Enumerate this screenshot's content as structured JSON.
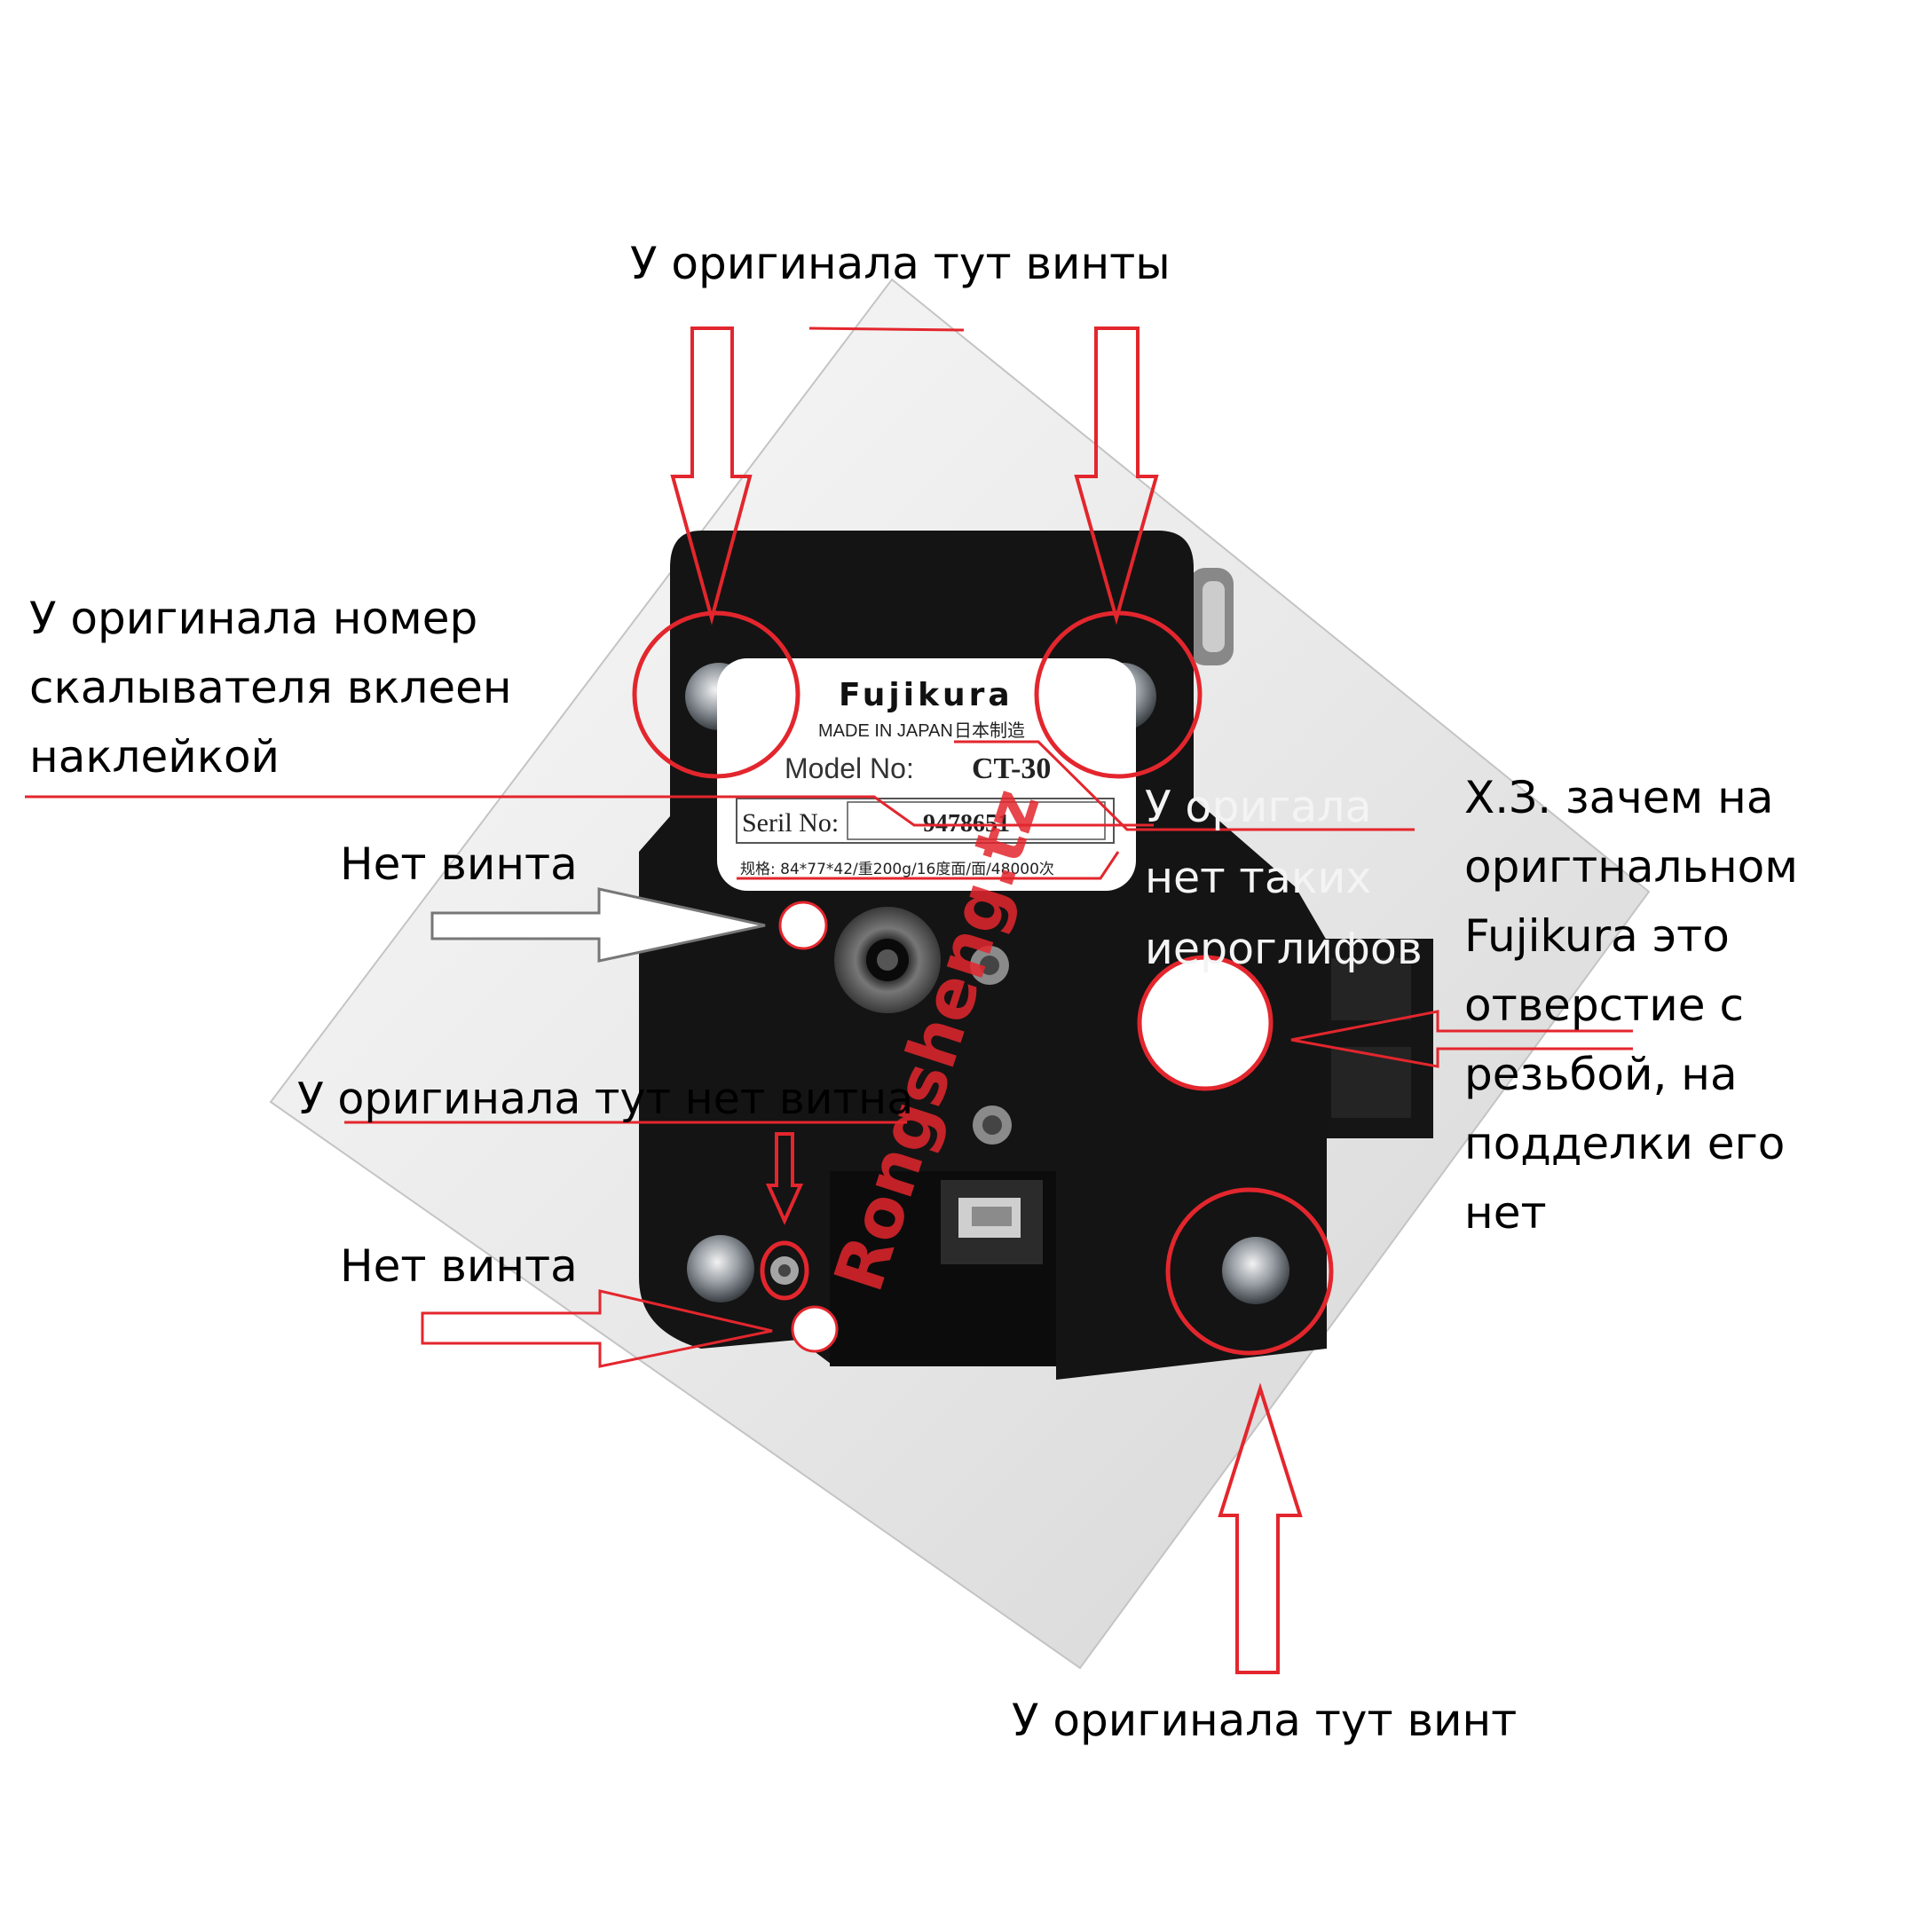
{
  "annotations": {
    "top_screws": "У оригинала тут винты",
    "sticker_number": [
      "У оригинала номер",
      "скалывателя вклеен",
      "наклейкой"
    ],
    "no_hieroglyphs": [
      "У оригала",
      "нет таких",
      "иероглифов"
    ],
    "threaded_hole": [
      "Х.З. зачем на",
      "оригтнальном",
      "Fujikura это",
      "отверстие с",
      "резьбой, на",
      "подделки его",
      "нет"
    ],
    "no_screw_top": "Нет винта",
    "no_screw_bottom": "Нет винта",
    "no_screw_here": "У оригинала тут нет витна",
    "bottom_screw": "У оригинала тут винт"
  },
  "device_label": {
    "brand": "Fujikura",
    "made_in": "MADE IN JAPAN",
    "made_in_jp": "日本制造",
    "model_label": "Model No:",
    "model_value": "CT-30",
    "serial_label": "Seril No:",
    "serial_value": "9478651",
    "spec": "规格: 84*77*42/重200g/16度面/面/48000次"
  },
  "watermark": "Rongsheng.tz",
  "colors": {
    "annotation_red": "#e3262d",
    "device_body": "#141414",
    "background": "#ffffff",
    "backdrop": "#eeeeee"
  }
}
